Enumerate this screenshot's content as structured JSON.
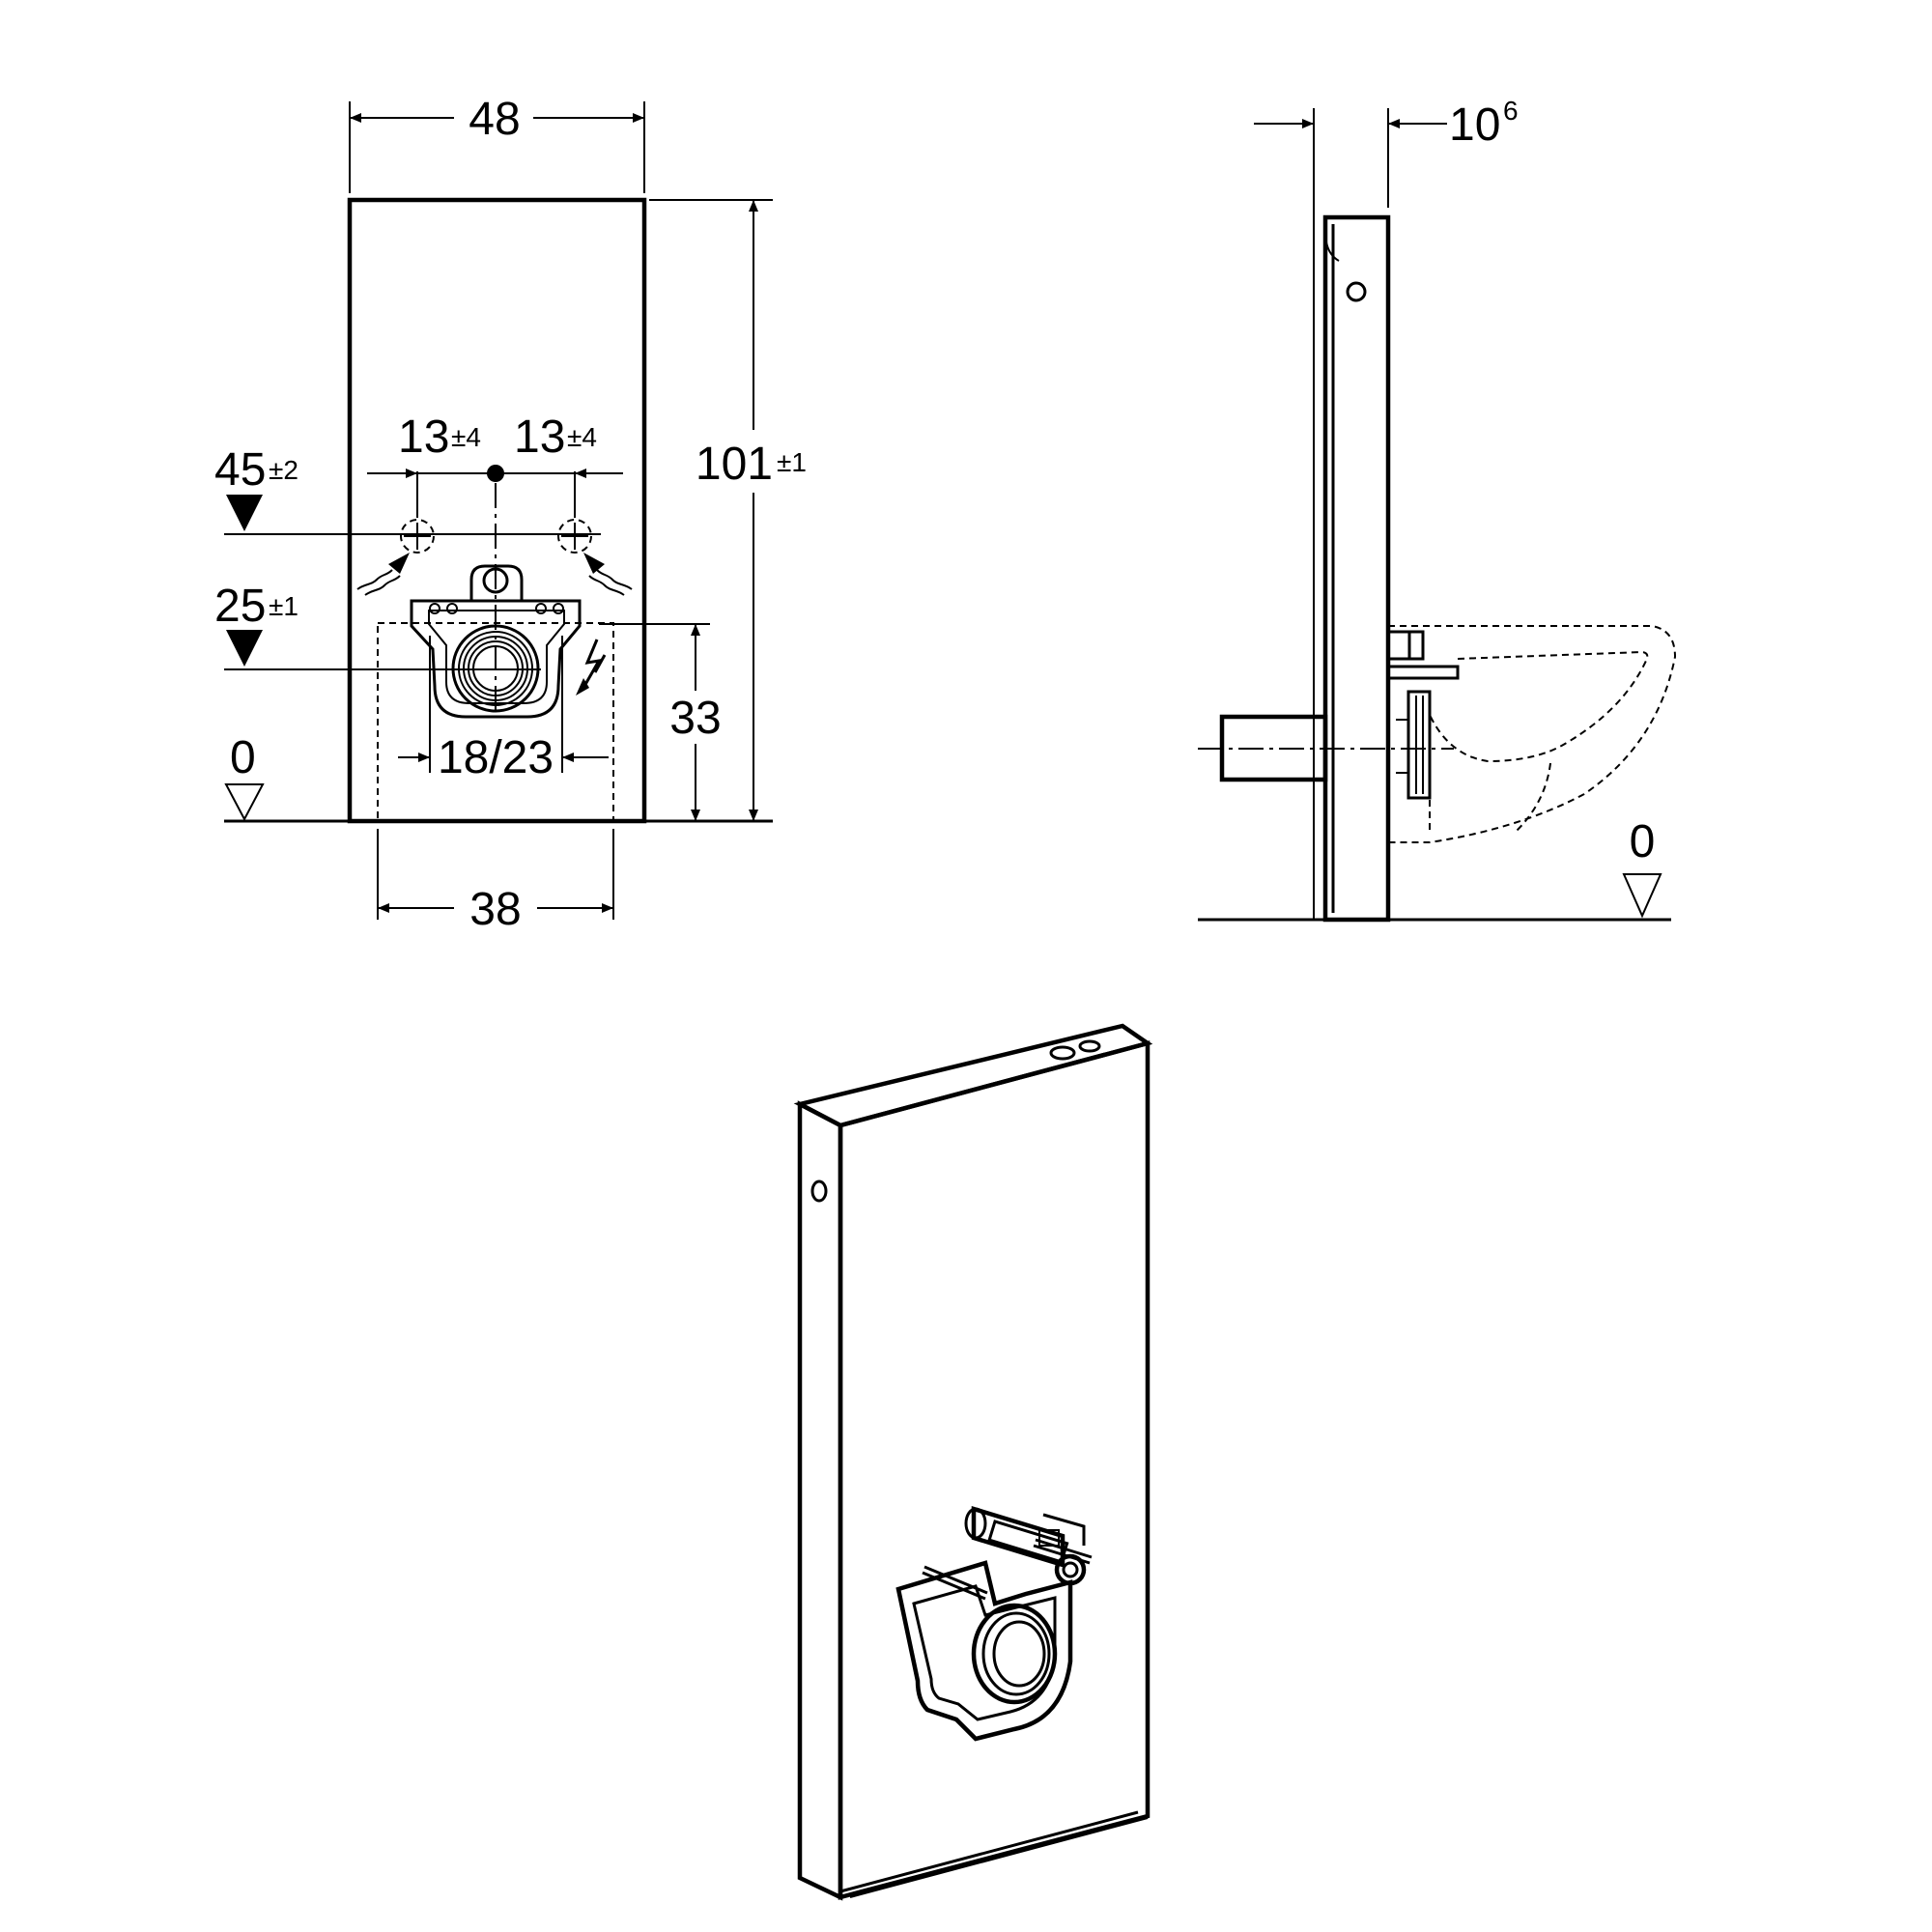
{
  "front_view": {
    "width_label": "48",
    "height_value": "101",
    "height_tolerance": "±1",
    "spacing_left_value": "13",
    "spacing_left_tolerance": "±4",
    "spacing_right_value": "13",
    "spacing_right_tolerance": "±4",
    "level_upper_value": "45",
    "level_upper_tolerance": "±2",
    "level_lower_value": "25",
    "level_lower_tolerance": "±1",
    "outlet_height_label": "33",
    "bolt_spacing_label": "18/23",
    "floor_level_label": "0",
    "base_width_label": "38"
  },
  "side_view": {
    "depth_value": "10",
    "depth_superscript": "6",
    "floor_level_label": "0"
  },
  "icons": [
    "water-connection-icon",
    "electrical-connection-icon",
    "level-marker-icon",
    "floor-level-icon"
  ]
}
